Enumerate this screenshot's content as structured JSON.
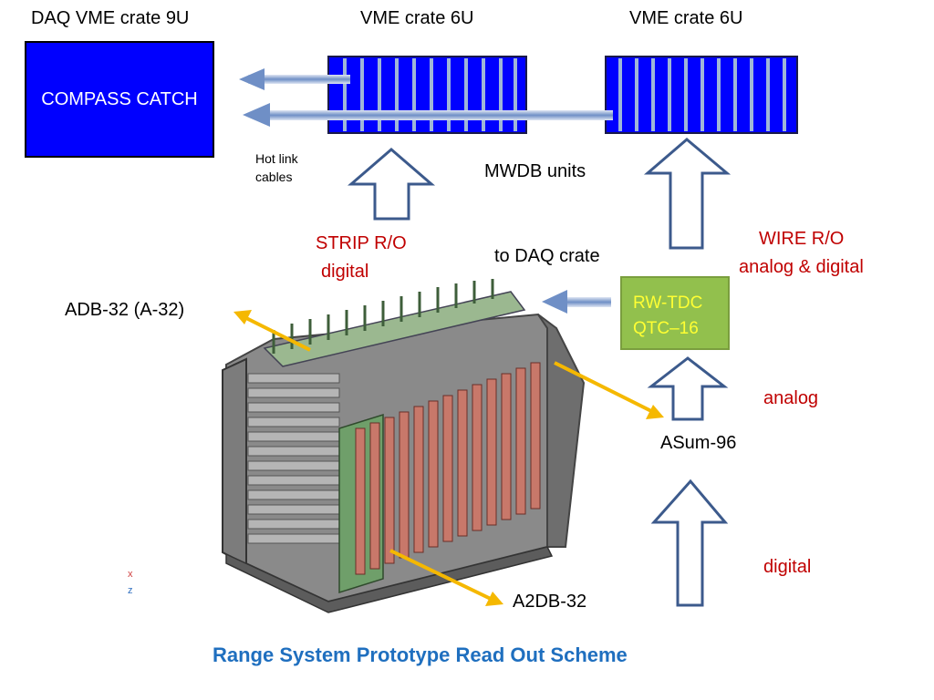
{
  "labels": {
    "daq_crate": "DAQ  VME crate 9U",
    "vme_crate_1": "VME crate 6U",
    "vme_crate_2": "VME crate 6U",
    "compass_catch": "COMPASS CATCH",
    "hot_link_1": "Hot link",
    "hot_link_2": "cables",
    "mwdb_units": "MWDB units",
    "strip_ro_1": "STRIP R/O",
    "strip_ro_2": "digital",
    "to_daq_crate": "to DAQ crate",
    "wire_ro_1": "WIRE R/O",
    "wire_ro_2": "analog & digital",
    "adb32": "ADB-32 (A-32)",
    "rw_tdc": "RW-TDC",
    "qtc16": "QTC–16",
    "analog": "analog",
    "asum96": "ASum-96",
    "digital": "digital",
    "a2db32": "A2DB-32",
    "axis_x": "x",
    "axis_z": "z",
    "caption": "Range System Prototype Read Out Scheme"
  },
  "colors": {
    "crate_blue": "#0000ff",
    "text_red": "#c00000",
    "caption_blue": "#1f6fbf",
    "tdc_green": "#92c04d",
    "tdc_text": "#ffff33",
    "pointer_orange": "#f5b800",
    "outline_arrow": "#3c5a8c",
    "board_red": "#c8786a",
    "board_green": "#6f9f6a"
  }
}
